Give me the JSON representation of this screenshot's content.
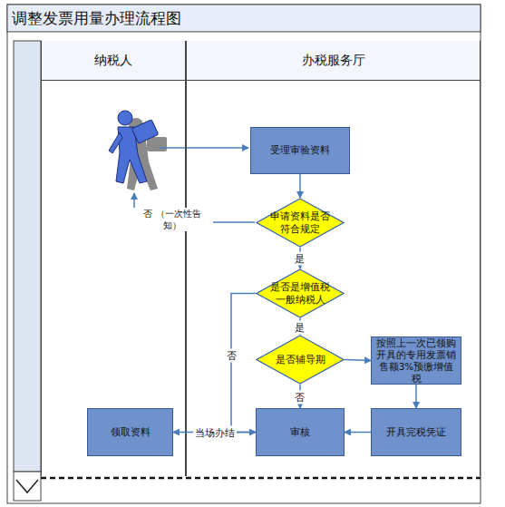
{
  "diagram": {
    "title": "调整发票用量办理流程图",
    "nodes": [
      {
        "text": [
          "纳税人"
        ]
      },
      {
        "text": [
          "办税服务厅"
        ]
      },
      {
        "text": [
          "受理审验资料"
        ],
        "in": 1
      },
      {
        "text": [
          "申请资料是否符合规定"
        ],
        "in": 1
      },
      {
        "text": [
          "是否是增值税一般纳税人"
        ],
        "in": 1
      },
      {
        "text": [
          "是否辅导期"
        ],
        "in": 1
      },
      {
        "text": [
          "按照上一次已领购开具的专用发票销售额3%预缴增值税"
        ],
        "in": 1
      },
      {
        "text": [
          "开具完税凭证"
        ],
        "in": 1
      },
      {
        "text": [
          "审核"
        ],
        "in": 1
      },
      {
        "text": [
          "领取资料"
        ],
        "in": 0
      }
    ],
    "edges": [
      {
        "from": 2,
        "to": 3,
        "arrow": "to"
      },
      {
        "from": 3,
        "to": 4,
        "label": "是",
        "arrow": "to"
      },
      {
        "from": 4,
        "to": 5,
        "label": "是",
        "arrow": "to"
      },
      {
        "from": 4,
        "to": 8,
        "label": "否",
        "arrow": "to"
      },
      {
        "from": 5,
        "to": 6,
        "arrow": "to"
      },
      {
        "from": 5,
        "to": 8,
        "label": "否",
        "arrow": "to"
      },
      {
        "from": 6,
        "to": 7,
        "arrow": "to"
      },
      {
        "from": 7,
        "to": 8,
        "arrow": "to"
      },
      {
        "from": 8,
        "to": 9,
        "label": "当场办结",
        "arrow": "to"
      }
    ],
    "labels": [
      "否 （一次性告知）"
    ]
  }
}
